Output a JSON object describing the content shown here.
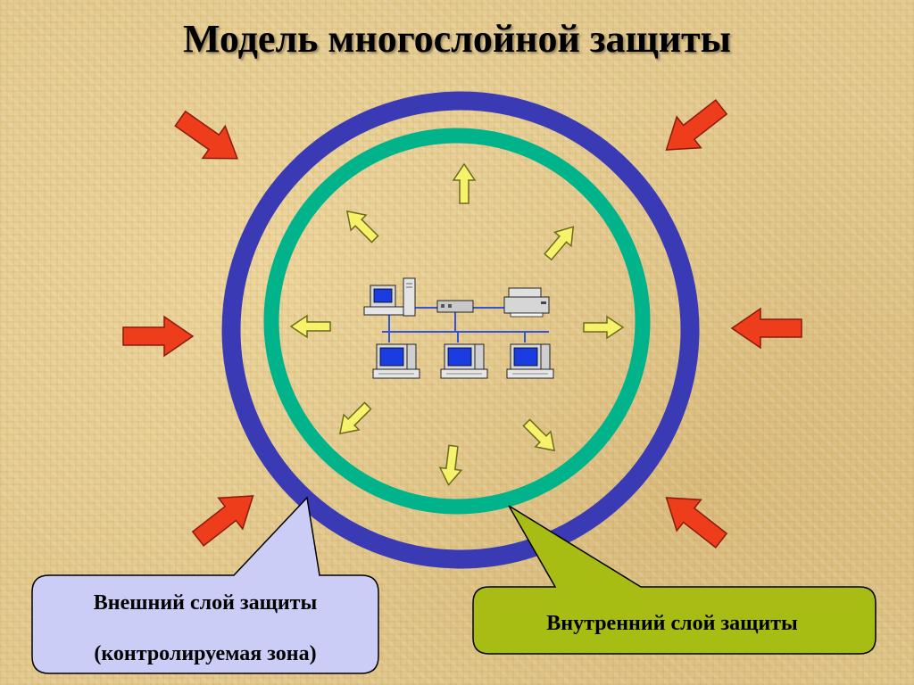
{
  "slide": {
    "title": "Модель многослойной защиты"
  },
  "outer_layer": {
    "line1": "Внешний слой защиты",
    "line2": "(контролируемая зона)"
  },
  "inner_layer": {
    "label": "Внутренний слой защиты"
  },
  "colors": {
    "outer_ring": "#3a3ab5",
    "inner_ring": "#00b38a",
    "threat_arrow": "#ee3d1a",
    "outgoing_arrow": "#f6f26a",
    "outer_callout": "#cccdf6",
    "inner_callout": "#a7bd13",
    "network_line": "#3255d8"
  }
}
